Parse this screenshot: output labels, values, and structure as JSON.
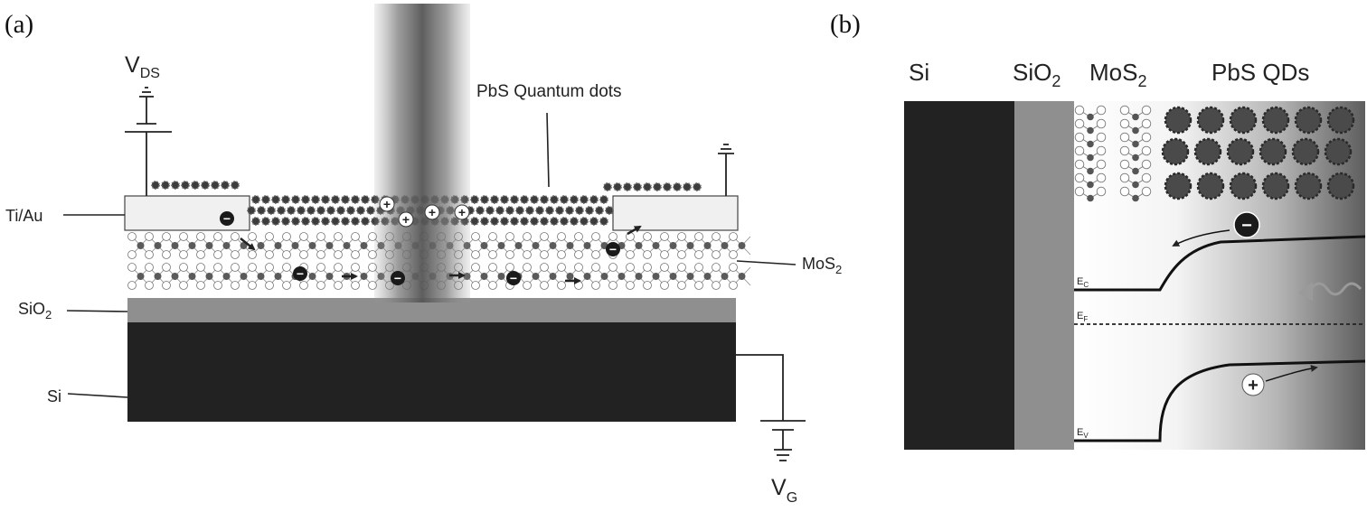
{
  "panel_a": {
    "tag": "(a)",
    "vds": {
      "main": "V",
      "sub": "DS"
    },
    "vg": {
      "main": "V",
      "sub": "G"
    },
    "qd_label": "PbS Quantum dots",
    "contact_label": "Ti/Au",
    "mos2_label": {
      "main": "MoS",
      "sub": "2"
    },
    "sio2_label": {
      "main": "SiO",
      "sub": "2"
    },
    "si_label": "Si",
    "electron_symbol": "−",
    "hole_symbol": "+"
  },
  "panel_b": {
    "tag": "(b)",
    "si_label": "Si",
    "sio2_label": {
      "main": "SiO",
      "sub": "2"
    },
    "mos2_label": {
      "main": "MoS",
      "sub": "2"
    },
    "qd_label": "PbS QDs",
    "ec_label": {
      "main": "E",
      "sub": "C"
    },
    "ef_label": {
      "main": "E",
      "sub": "F"
    },
    "ev_label": {
      "main": "E",
      "sub": "V"
    },
    "electron_symbol": "−",
    "hole_symbol": "+"
  }
}
